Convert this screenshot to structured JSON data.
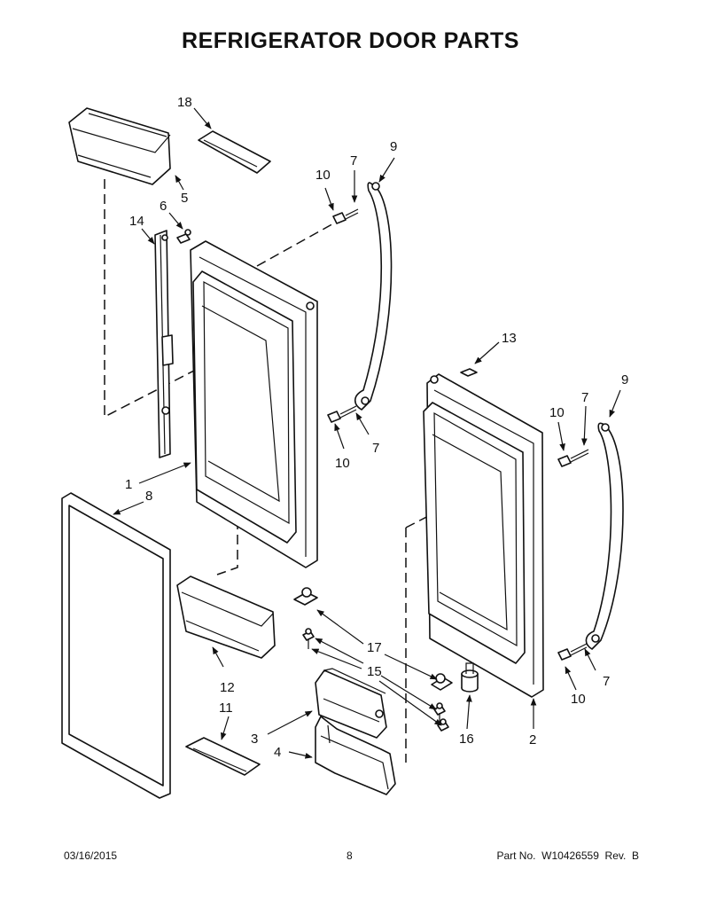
{
  "title": "REFRIGERATOR DOOR PARTS",
  "callouts": {
    "c1": "1",
    "c2": "2",
    "c3": "3",
    "c4": "4",
    "c5": "5",
    "c6": "6",
    "c7a": "7",
    "c7b": "7",
    "c7c": "7",
    "c7d": "7",
    "c8": "8",
    "c9a": "9",
    "c9b": "9",
    "c10a": "10",
    "c10b": "10",
    "c10c": "10",
    "c10d": "10",
    "c11": "11",
    "c12": "12",
    "c13": "13",
    "c14": "14",
    "c15": "15",
    "c16": "16",
    "c17": "17",
    "c18": "18"
  },
  "footer": {
    "date": "03/16/2015",
    "page": "8",
    "part_number": "Part No.  W10426559  Rev.  B"
  }
}
